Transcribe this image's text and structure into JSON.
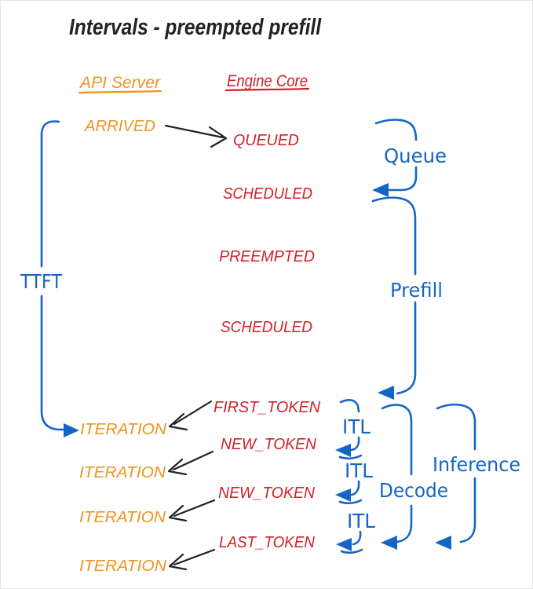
{
  "title": "Intervals - preempted prefill",
  "colors": {
    "orange": "#EE9420",
    "red": "#D41F26",
    "blue": "#1565C6",
    "ink": "#222222"
  },
  "columns": {
    "api_server": "API Server",
    "engine_core": "Engine Core"
  },
  "api_events": {
    "arrived": "ARRIVED",
    "iteration1": "ITERATION",
    "iteration2": "ITERATION",
    "iteration3": "ITERATION",
    "iteration4": "ITERATION"
  },
  "engine_events": {
    "queued": "QUEUED",
    "scheduled1": "SCHEDULED",
    "preempted": "PREEMPTED",
    "scheduled2": "SCHEDULED",
    "first_token": "FIRST_TOKEN",
    "new_token1": "NEW_TOKEN",
    "new_token2": "NEW_TOKEN",
    "last_token": "LAST_TOKEN"
  },
  "intervals": {
    "ttft": "TTFT",
    "queue": "Queue",
    "prefill": "Prefill",
    "itl1": "ITL",
    "itl2": "ITL",
    "itl3": "ITL",
    "decode": "Decode",
    "inference": "Inference"
  }
}
